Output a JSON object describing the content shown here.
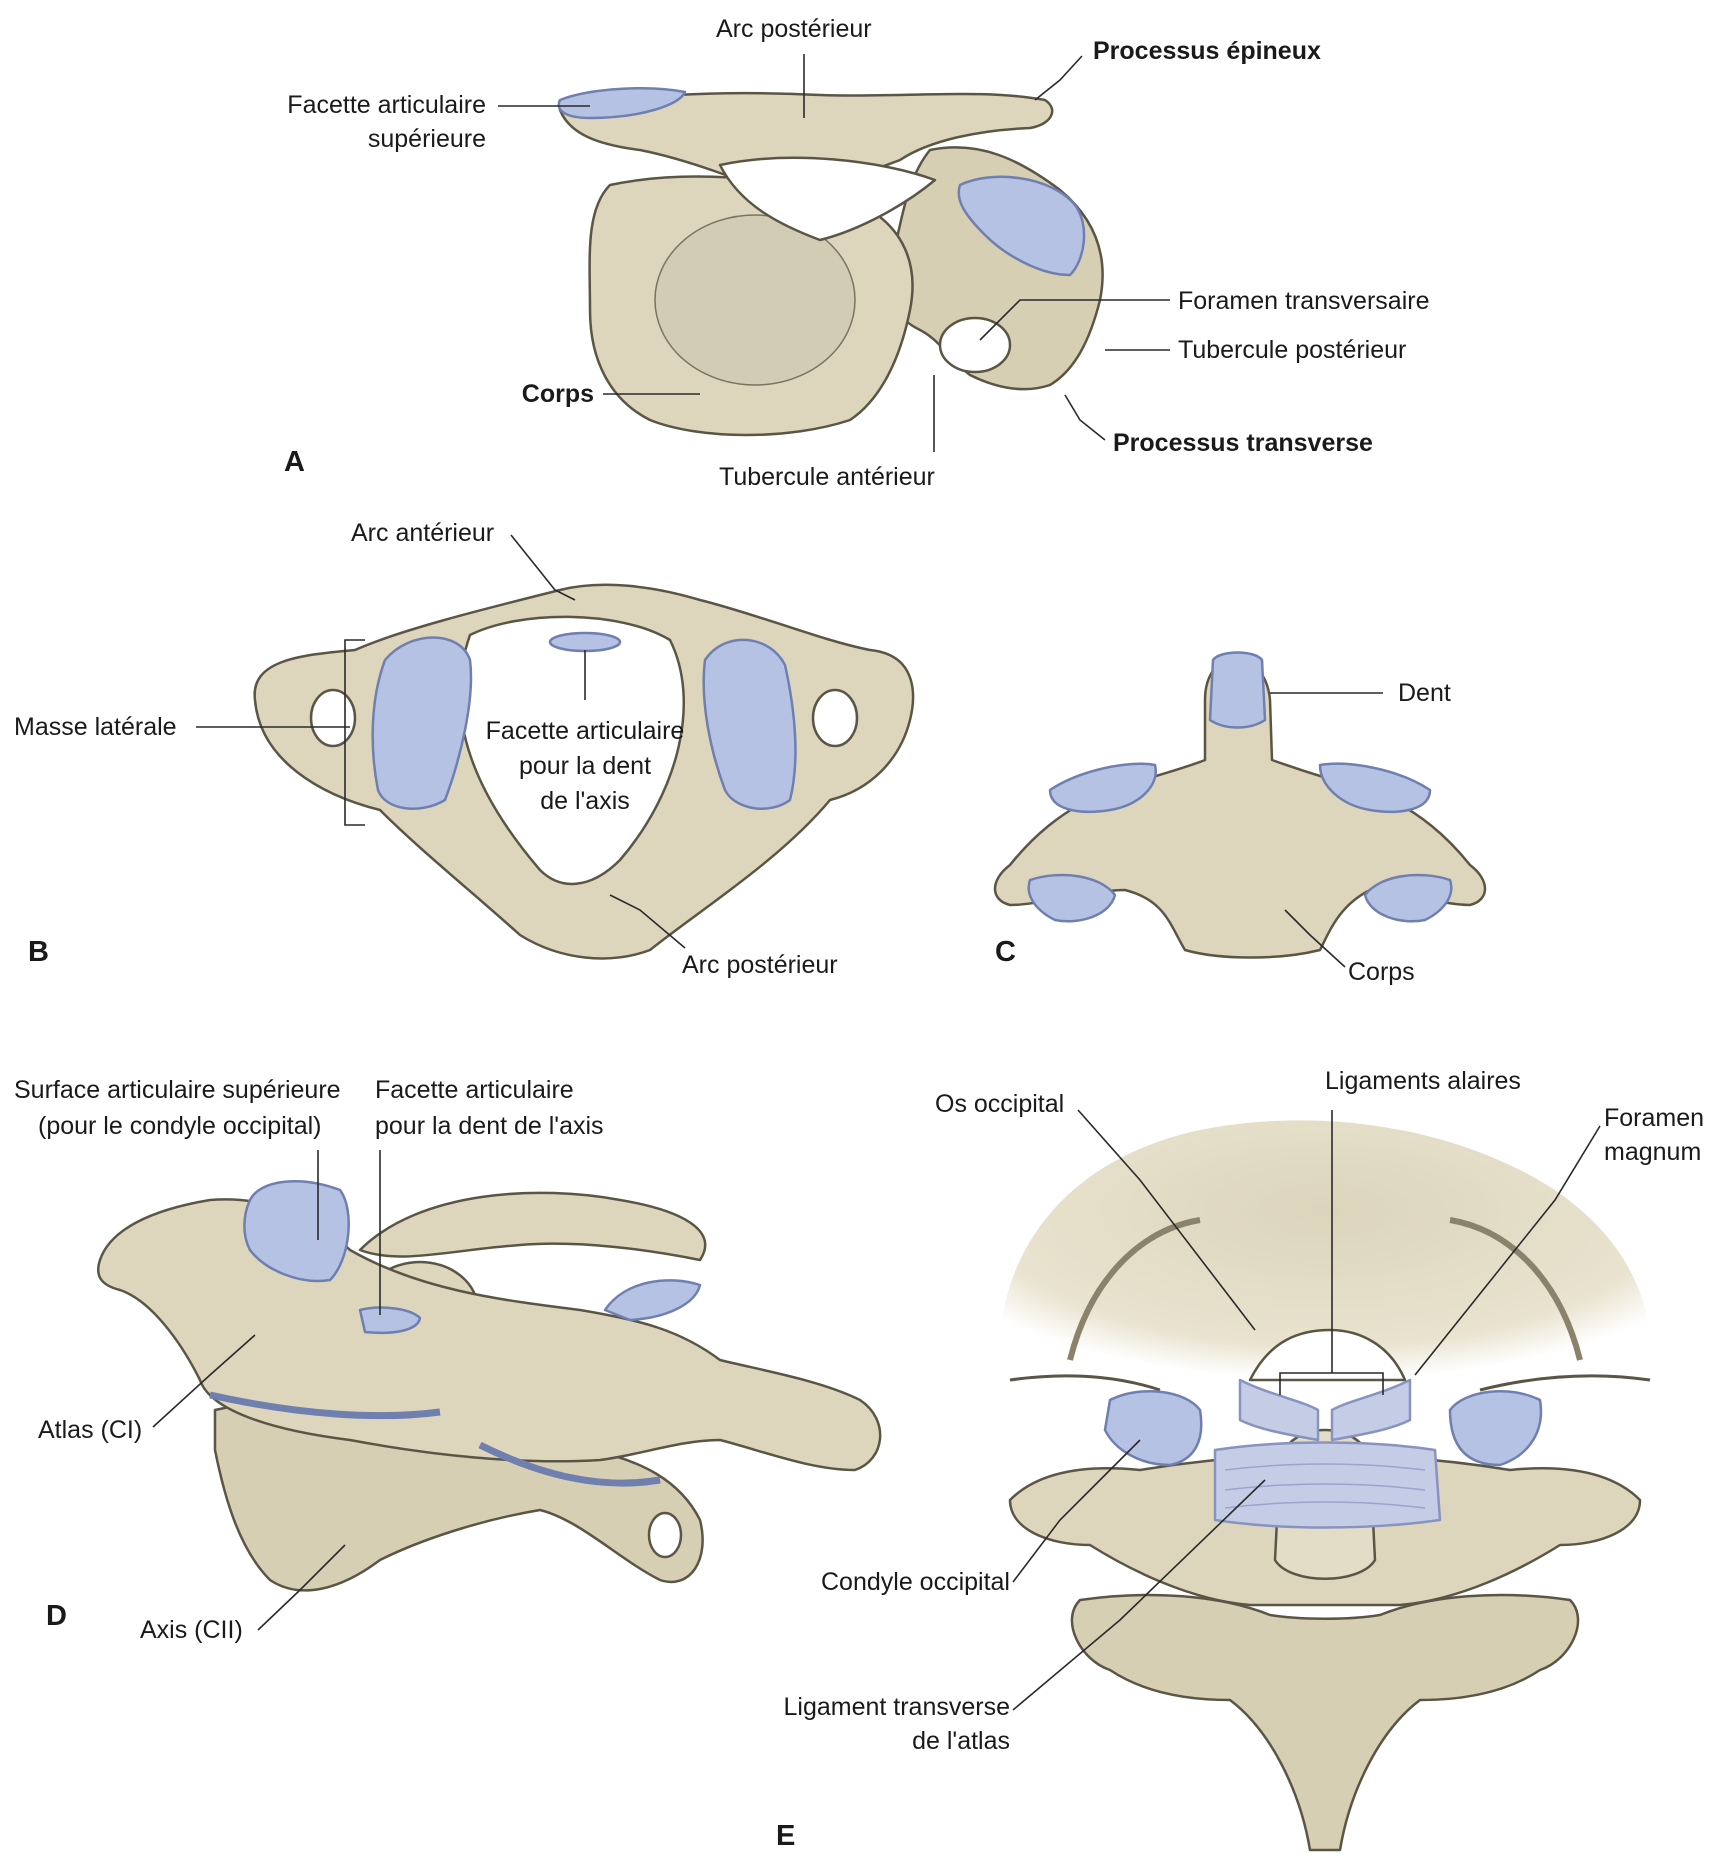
{
  "colors": {
    "bone": "#ddd6bd",
    "bone_shade": "#b9b197",
    "bone_outline": "#5b5546",
    "cartilage": "#b6c2e4",
    "cartilage_edge": "#6f7fb0",
    "ligament": "#c4cce6",
    "leader": "#2a2a2a"
  },
  "panels": {
    "a": {
      "letter": "A",
      "labels": {
        "arc_posterieur": "Arc postérieur",
        "processus_epineux": "Processus épineux",
        "facette_sup_1": "Facette articulaire",
        "facette_sup_2": "supérieure",
        "foramen_transversaire": "Foramen transversaire",
        "tubercule_posterieur": "Tubercule postérieur",
        "corps": "Corps",
        "processus_transverse": "Processus transverse",
        "tubercule_anterieur": "Tubercule antérieur"
      }
    },
    "b": {
      "letter": "B",
      "labels": {
        "arc_anterieur": "Arc antérieur",
        "masse_laterale": "Masse latérale",
        "facette_dent_1": "Facette articulaire",
        "facette_dent_2": "pour la dent",
        "facette_dent_3": "de l'axis",
        "arc_posterieur": "Arc postérieur"
      }
    },
    "c": {
      "letter": "C",
      "labels": {
        "dent": "Dent",
        "corps": "Corps"
      }
    },
    "d": {
      "letter": "D",
      "labels": {
        "surface_sup_1": "Surface articulaire supérieure",
        "surface_sup_2": "(pour le condyle occipital)",
        "facette_dent_1": "Facette articulaire",
        "facette_dent_2": "pour la dent de l'axis",
        "atlas": "Atlas (CI)",
        "axis": "Axis (CII)"
      }
    },
    "e": {
      "letter": "E",
      "labels": {
        "os_occipital": "Os occipital",
        "ligaments_alaires": "Ligaments alaires",
        "foramen_1": "Foramen",
        "foramen_2": "magnum",
        "condyle": "Condyle occipital",
        "lig_transverse_1": "Ligament transverse",
        "lig_transverse_2": "de l'atlas"
      }
    }
  }
}
